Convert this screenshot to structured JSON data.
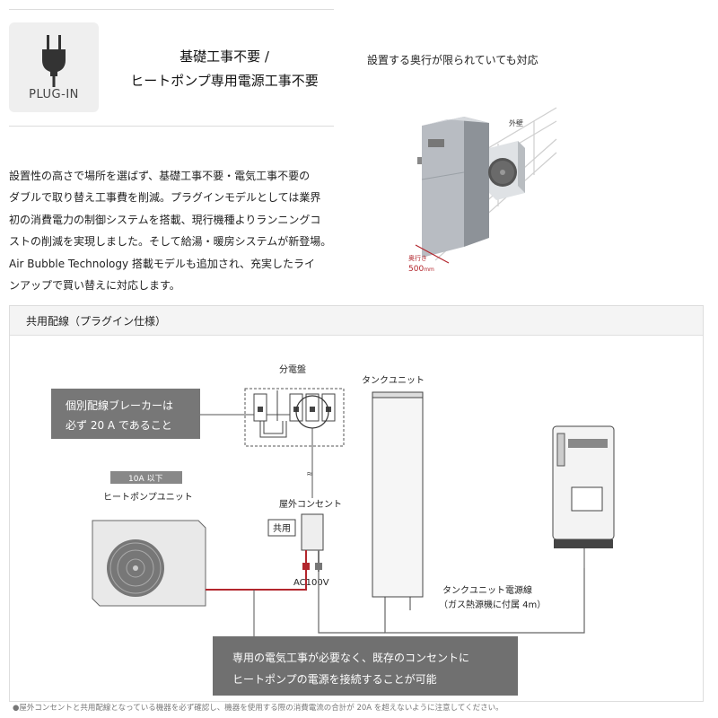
{
  "feature": {
    "badge_label": "PLUG-IN",
    "headline_line1": "基礎工事不要 /",
    "headline_line2": "ヒートポンプ専用電源工事不要"
  },
  "installation": {
    "caption": "設置する奥行が限られていても対応",
    "wall_label": "外壁",
    "depth_label": "奥行き",
    "depth_value": "500",
    "depth_unit": "mm"
  },
  "description": {
    "lines": [
      "設置性の高さで場所を選ばず、基礎工事不要・電気工事不要の",
      "ダブルで取り替え工事費を削減。プラグインモデルとしては業界",
      "初の消費電力の制御システムを搭載、現行機種よりランニングコ",
      "ストの削減を実現しました。そして給湯・暖房システムが新登場。",
      "Air Bubble Technology 搭載モデルも追加され、充実したライ",
      "ンアップで買い替えに対応します。"
    ]
  },
  "diagram": {
    "title": "共用配線（プラグイン仕様）",
    "breaker_note_line1": "個別配線ブレーカーは",
    "breaker_note_line2": "必ず 20 A であること",
    "panel_label": "分電盤",
    "tank_label": "タンクユニット",
    "heat_pump_tag": "10A 以下",
    "heat_pump_label": "ヒートポンプユニット",
    "outlet_label": "屋外コンセント",
    "shared_tag": "共用",
    "voltage_label": "AC100V",
    "cable_label_line1": "タンクユニット電源線",
    "cable_label_line2": "（ガス熱源機に付属 4m）",
    "benefit_line1": "専用の電気工事が必要なく、既存のコンセントに",
    "benefit_line2": "ヒートポンプの電源を接続することが可能",
    "cable_color": "#b3262d"
  },
  "footnote": "●屋外コンセントと共用配線となっている機器を必ず確認し、機器を使用する際の消費電流の合計が 20A を超えないように注意してください。"
}
